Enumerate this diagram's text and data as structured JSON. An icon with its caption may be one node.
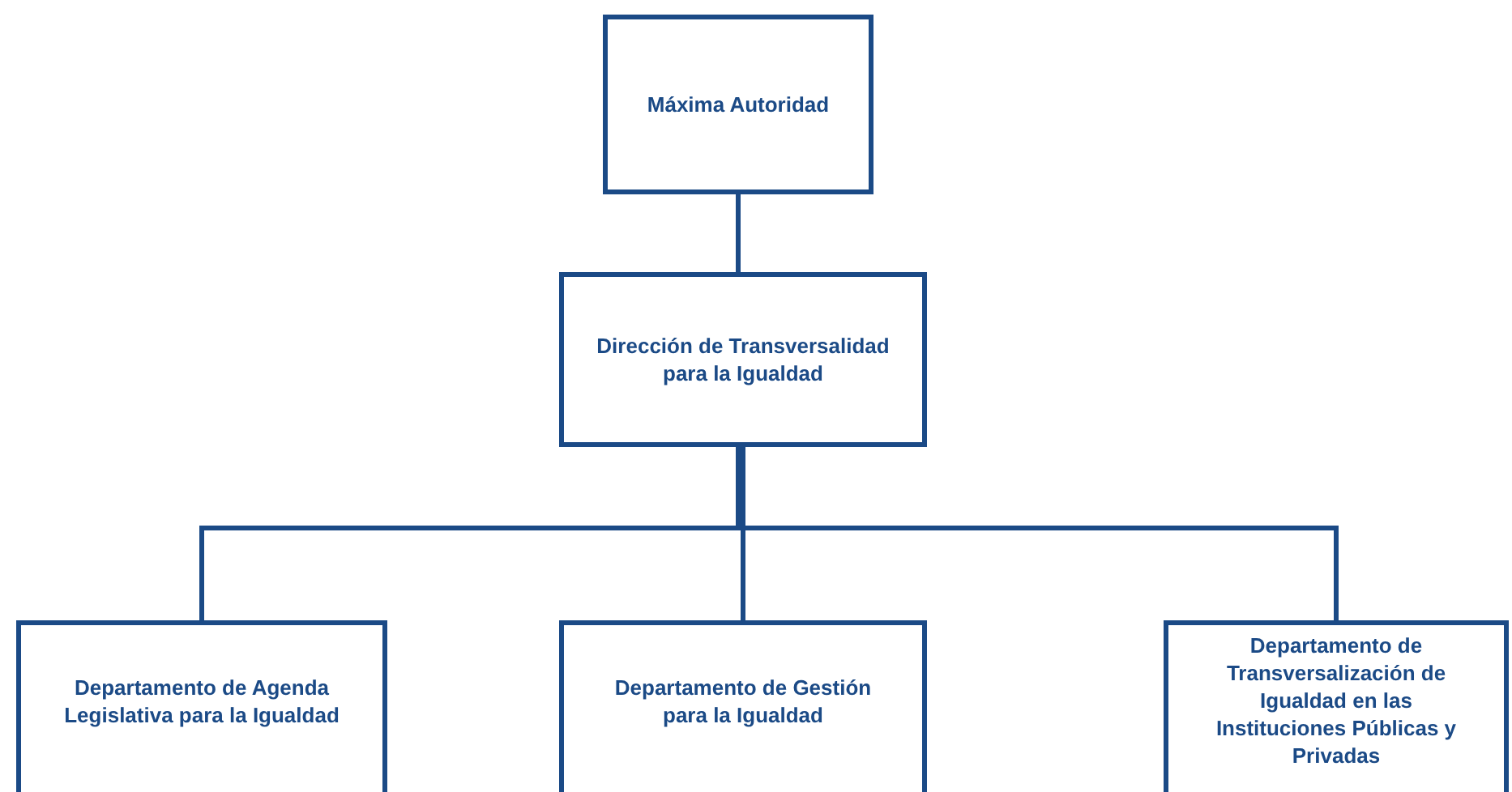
{
  "diagram": {
    "nodes": [
      {
        "text": [
          "Máxima Autoridad"
        ]
      },
      {
        "text": [
          "Dirección de Transversalidad para la Igualdad"
        ]
      },
      {
        "text": [
          "Departamento de Agenda Legislativa para la Igualdad"
        ]
      },
      {
        "text": [
          "Departamento de Gestión para la Igualdad"
        ]
      },
      {
        "text": [
          "Departamento de Transversalización de Igualdad en las Instituciones Públicas y Privadas"
        ]
      }
    ],
    "edges": [
      {
        "from": 0,
        "to": 1,
        "arrow": "none"
      },
      {
        "from": 1,
        "to": 2,
        "arrow": "none"
      },
      {
        "from": 1,
        "to": 3,
        "arrow": "none"
      },
      {
        "from": 1,
        "to": 4,
        "arrow": "none"
      }
    ]
  }
}
